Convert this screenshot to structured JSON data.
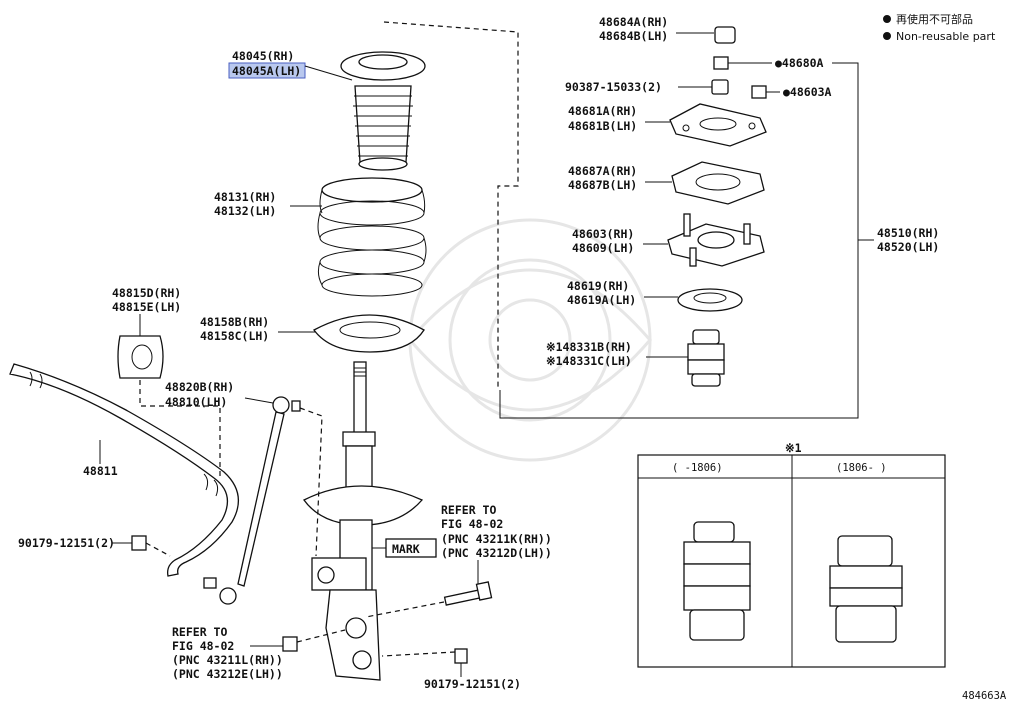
{
  "legend": {
    "reuse_jp": "再使用不可部品",
    "nonreusable": "Non-reusable part"
  },
  "labels": {
    "p48045_rh": "48045(RH)",
    "p48045_lh": "48045A(LH)",
    "p48131_rh": "48131(RH)",
    "p48132_lh": "48132(LH)",
    "p48815_rh": "48815D(RH)",
    "p48815_lh": "48815E(LH)",
    "p48158_rh": "48158B(RH)",
    "p48158_lh": "48158C(LH)",
    "p48820_rh": "48820B(RH)",
    "p48810_lh": "48810(LH)",
    "p48811": "48811",
    "p90179_left": "90179-12151(2)",
    "p90179_bottom": "90179-12151(2)",
    "ref_top_1": "REFER TO",
    "ref_top_2": "FIG 48-02",
    "ref_top_3": "(PNC 43211K(RH))",
    "ref_top_4": "(PNC 43212D(LH))",
    "mark": "MARK",
    "ref_bot_1": "REFER TO",
    "ref_bot_2": "FIG 48-02",
    "ref_bot_3": "(PNC 43211L(RH))",
    "ref_bot_4": "(PNC 43212E(LH))",
    "p48684_rh": "48684A(RH)",
    "p48684_lh": "48684B(LH)",
    "p48680": "●48680A",
    "p90387": "90387-15033(2)",
    "p48603a": "●48603A",
    "p48681_rh": "48681A(RH)",
    "p48681_lh": "48681B(LH)",
    "p48687_rh": "48687A(RH)",
    "p48687_lh": "48687B(LH)",
    "p48603_rh": "48603(RH)",
    "p48609_lh": "48609(LH)",
    "p48510_rh": "48510(RH)",
    "p48520_lh": "48520(LH)",
    "p48619_rh": "48619(RH)",
    "p48619_lh": "48619A(LH)",
    "p48331_rh": "※148331B(RH)",
    "p48331_lh": "※148331C(LH)",
    "inset_title": "※1",
    "inset_left": "(    -1806)",
    "inset_right": "(1806-    )",
    "diagram_id": "484663A"
  }
}
